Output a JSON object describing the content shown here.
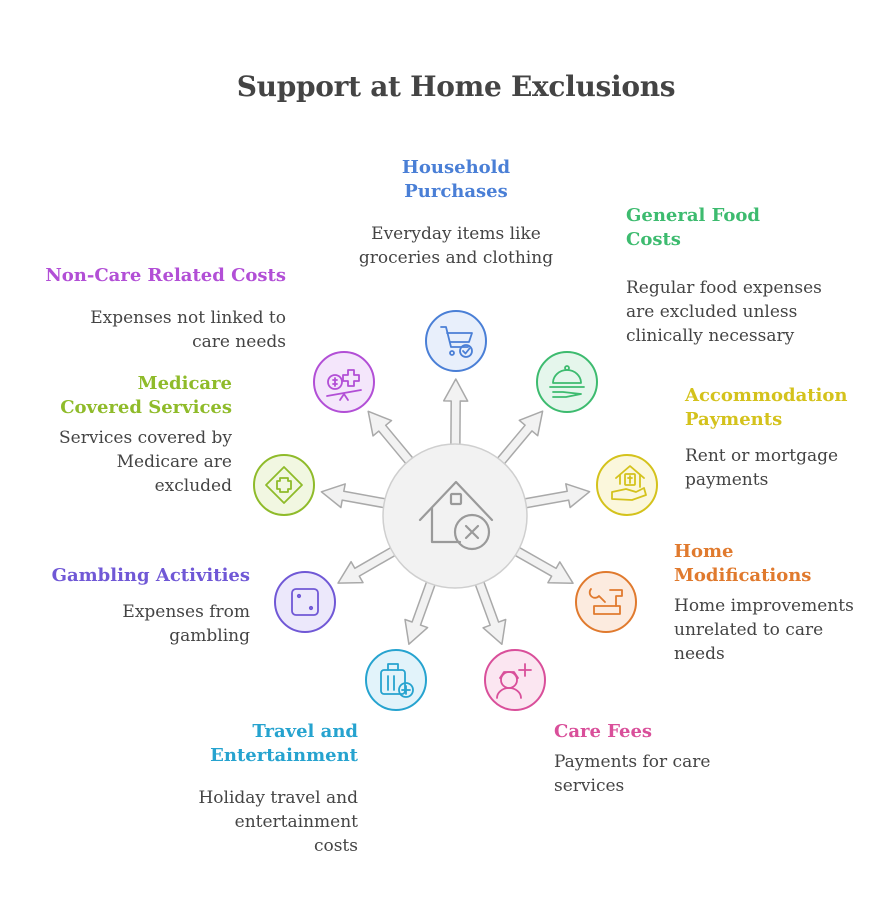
{
  "title": "Support at Home Exclusions",
  "colors": {
    "household": "#4a7fd6",
    "food": "#3dbb6f",
    "accommodation": "#d4c21c",
    "modifications": "#e07a2e",
    "care": "#d94f9a",
    "travel": "#26a3cf",
    "gambling": "#7058d6",
    "medicare": "#8fbb2a",
    "noncare": "#b24fd6",
    "hub": "#f2f2f2",
    "hub_stroke": "#cfcfcf",
    "text": "#444444"
  },
  "center": {
    "icon": "house-x-icon"
  },
  "items": [
    {
      "key": "household",
      "label": "Household\nPurchases",
      "description": "Everyday items like\ngroceries and clothing",
      "icon": "shopping-cart-check-icon"
    },
    {
      "key": "food",
      "label": "General Food\nCosts",
      "description": "Regular food expenses\nare excluded unless\nclinically necessary",
      "icon": "food-cloche-icon"
    },
    {
      "key": "accommodation",
      "label": "Accommodation\nPayments",
      "description": "Rent or mortgage\npayments",
      "icon": "house-dollar-icon"
    },
    {
      "key": "modifications",
      "label": "Home\nModifications",
      "description": "Home improvements\nunrelated to care\nneeds",
      "icon": "tools-icon"
    },
    {
      "key": "care",
      "label": "Care Fees",
      "description": "Payments for care\nservices",
      "icon": "caregiver-plus-icon"
    },
    {
      "key": "travel",
      "label": "Travel and\nEntertainment",
      "description": "Holiday travel and\nentertainment\ncosts",
      "icon": "luggage-plus-icon"
    },
    {
      "key": "gambling",
      "label": "Gambling Activities",
      "description": "Expenses from\ngambling",
      "icon": "dice-icon"
    },
    {
      "key": "medicare",
      "label": "Medicare\nCovered Services",
      "description": "Services covered by\nMedicare are\nexcluded",
      "icon": "medical-cross-icon"
    },
    {
      "key": "noncare",
      "label": "Non-Care Related Costs",
      "description": "Expenses not linked to\ncare needs",
      "icon": "money-balance-icon"
    }
  ]
}
